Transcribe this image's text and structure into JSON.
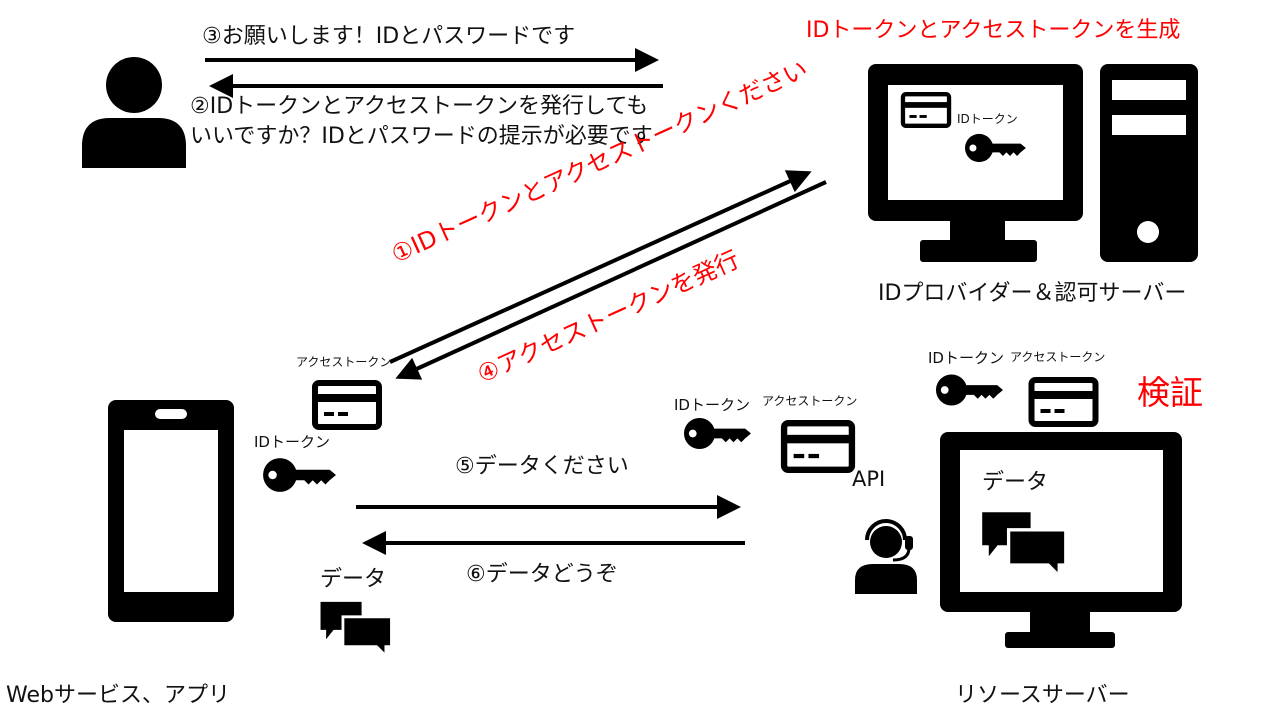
{
  "messages": {
    "step3": "③お願いします！IDとパスワードです",
    "step2_line1": "②IDトークンとアクセストークンを発行しても",
    "step2_line2": "いいですか？IDとパスワードの提示が必要です",
    "step1": "①IDトークンとアクセストークンください",
    "step4": "④アクセストークンを発行",
    "step5": "⑤データください",
    "step6": "⑥データどうぞ"
  },
  "provider": {
    "title": "IDトークンとアクセストークンを生成",
    "id_token": "IDトークン",
    "label": "IDプロバイダー＆認可サーバー"
  },
  "client": {
    "access_token": "アクセストークン",
    "id_token": "IDトークン",
    "data": "データ",
    "label": "Webサービス、アプリ"
  },
  "request": {
    "id_token": "IDトークン",
    "access_token": "アクセストークン",
    "api": "API"
  },
  "resource": {
    "id_token": "IDトークン",
    "access_token": "アクセストークン",
    "verify": "検証",
    "data": "データ",
    "label": "リソースサーバー"
  },
  "colors": {
    "accent": "#ff0000",
    "ink": "#000000"
  }
}
